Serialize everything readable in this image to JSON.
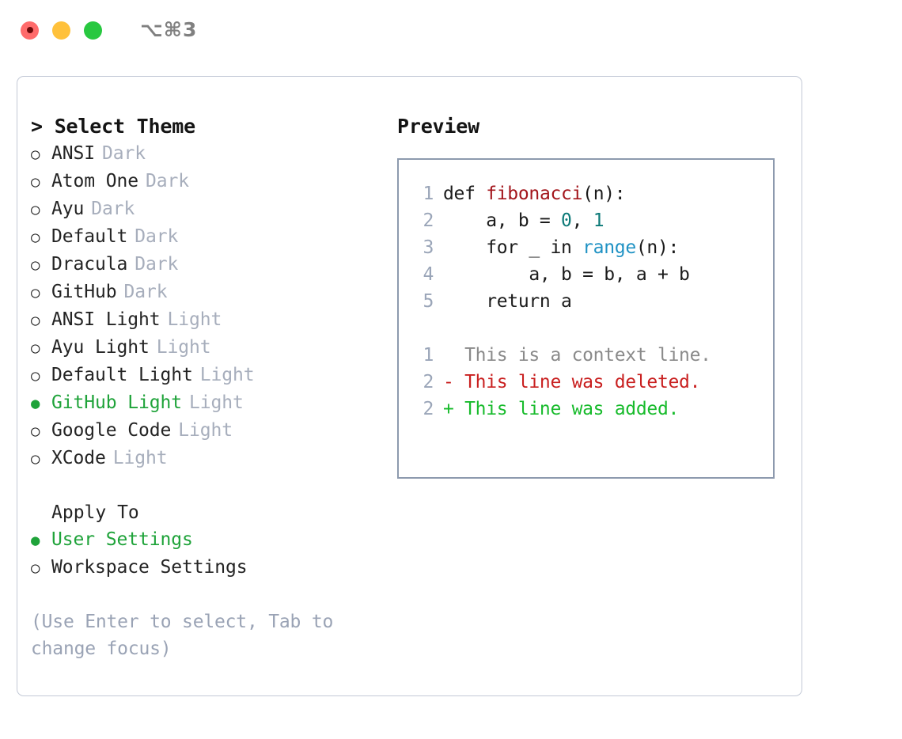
{
  "titlebar": {
    "shortcut": "⌥⌘3",
    "buttons": [
      {
        "name": "close",
        "color": "#ff6b6b"
      },
      {
        "name": "minimize",
        "color": "#ffc13b"
      },
      {
        "name": "maximize",
        "color": "#28c840"
      }
    ]
  },
  "theme_picker": {
    "title": "> Select Theme",
    "items": [
      {
        "marker": "○",
        "label": "ANSI",
        "tag": "Dark",
        "selected": false
      },
      {
        "marker": "○",
        "label": "Atom One",
        "tag": "Dark",
        "selected": false
      },
      {
        "marker": "○",
        "label": "Ayu",
        "tag": "Dark",
        "selected": false
      },
      {
        "marker": "○",
        "label": "Default",
        "tag": "Dark",
        "selected": false
      },
      {
        "marker": "○",
        "label": "Dracula",
        "tag": "Dark",
        "selected": false
      },
      {
        "marker": "○",
        "label": "GitHub",
        "tag": "Dark",
        "selected": false
      },
      {
        "marker": "○",
        "label": "ANSI Light",
        "tag": "Light",
        "selected": false
      },
      {
        "marker": "○",
        "label": "Ayu Light",
        "tag": "Light",
        "selected": false
      },
      {
        "marker": "○",
        "label": "Default Light",
        "tag": "Light",
        "selected": false
      },
      {
        "marker": "●",
        "label": "GitHub Light",
        "tag": "Light",
        "selected": true
      },
      {
        "marker": "○",
        "label": "Google Code",
        "tag": "Light",
        "selected": false
      },
      {
        "marker": "○",
        "label": "XCode",
        "tag": "Light",
        "selected": false
      }
    ]
  },
  "apply_to": {
    "title": "Apply To",
    "items": [
      {
        "marker": "●",
        "label": "User Settings",
        "selected": true
      },
      {
        "marker": "○",
        "label": "Workspace Settings",
        "selected": false
      }
    ]
  },
  "hint": "(Use Enter to select, Tab to change focus)",
  "preview": {
    "title": "Preview",
    "code": [
      {
        "num": "1",
        "parts": [
          {
            "t": "def ",
            "c": "plain"
          },
          {
            "t": "fibonacci",
            "c": "fn"
          },
          {
            "t": "(n):",
            "c": "plain"
          }
        ]
      },
      {
        "num": "2",
        "parts": [
          {
            "t": "    a, b = ",
            "c": "plain"
          },
          {
            "t": "0",
            "c": "num"
          },
          {
            "t": ", ",
            "c": "plain"
          },
          {
            "t": "1",
            "c": "num"
          }
        ]
      },
      {
        "num": "3",
        "parts": [
          {
            "t": "    for _ in ",
            "c": "plain"
          },
          {
            "t": "range",
            "c": "call"
          },
          {
            "t": "(n):",
            "c": "plain"
          }
        ]
      },
      {
        "num": "4",
        "parts": [
          {
            "t": "        a, b = b, a + b",
            "c": "plain"
          }
        ]
      },
      {
        "num": "5",
        "parts": [
          {
            "t": "    return a",
            "c": "plain"
          }
        ]
      }
    ],
    "diff": [
      {
        "num": "1",
        "parts": [
          {
            "t": "  This is a context line.",
            "c": "ctx"
          }
        ]
      },
      {
        "num": "2",
        "parts": [
          {
            "t": "- This line was deleted.",
            "c": "del"
          }
        ]
      },
      {
        "num": "2",
        "parts": [
          {
            "t": "+ This line was added.",
            "c": "add"
          }
        ]
      }
    ]
  },
  "colors": {
    "selected_green": "#1fa33a",
    "tag_gray": "#a7aebc",
    "hint_gray": "#9aa3b5",
    "gutter": "#9aa5b8",
    "function": "#a3161c",
    "number": "#0d7a78",
    "call": "#1f92c4",
    "diff_deleted": "#c92020",
    "diff_added": "#18bb2c",
    "preview_border": "#8d9aae",
    "card_border": "#c3c9d6"
  }
}
